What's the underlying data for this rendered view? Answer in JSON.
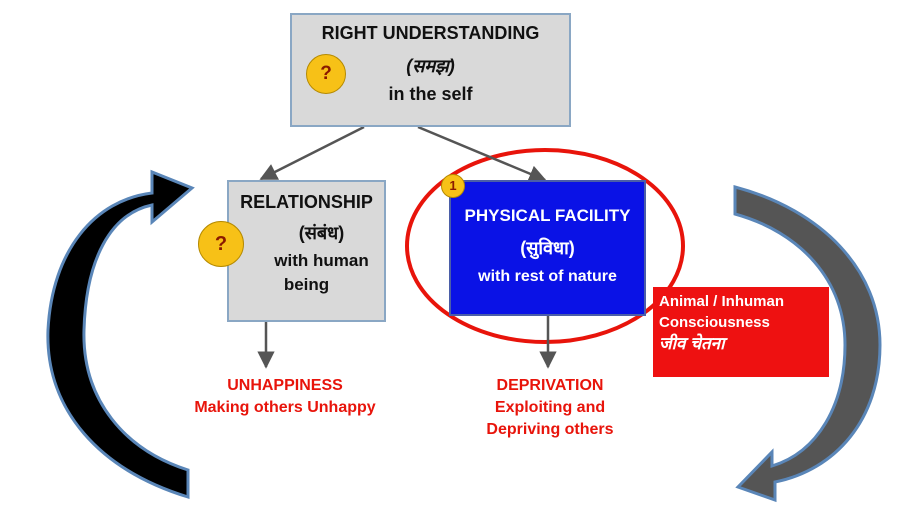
{
  "top_box": {
    "title": "RIGHT UNDERSTANDING",
    "hindi": "(समझ)",
    "subtitle": "in the self",
    "badge": "?"
  },
  "relationship_box": {
    "title": "RELATIONSHIP",
    "hindi": "(संबंध)",
    "line1": "with human",
    "line2": "being",
    "badge": "?"
  },
  "physical_box": {
    "title": "PHYSICAL FACILITY",
    "hindi": "(सुविधा)",
    "subtitle": "with rest of nature",
    "badge": "1"
  },
  "unhappiness": {
    "line1": "UNHAPPINESS",
    "line2": "Making others Unhappy"
  },
  "deprivation": {
    "line1": "DEPRIVATION",
    "line2": "Exploiting and",
    "line3": "Depriving others"
  },
  "callout": {
    "line1": "Animal / Inhuman",
    "line2": "Consciousness",
    "line3": "जीव  चेतना"
  },
  "colors": {
    "gray_box": "#d9d9d9",
    "blue_box": "#0a12e6",
    "red": "#e8140b",
    "badge": "#f7c117",
    "left_arrow": "#000000",
    "right_arrow": "#555555",
    "arrow_outline": "#5a86b8"
  }
}
